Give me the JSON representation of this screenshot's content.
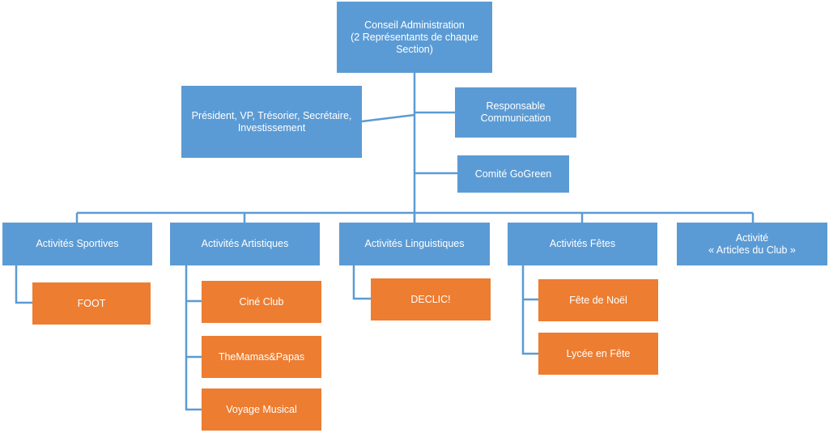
{
  "colors": {
    "blue": "#5b9bd5",
    "orange": "#ed7d31",
    "line": "#5b9bd5"
  },
  "top": {
    "conseil": "Conseil Administration\n(2 Représentants de chaque Section)",
    "bureau": "Président, VP, Trésorier, Secrétaire, Investissement",
    "communication": "Responsable Communication",
    "gogreen": "Comité GoGreen"
  },
  "sections": [
    {
      "label": "Activités Sportives",
      "children": [
        "FOOT"
      ]
    },
    {
      "label": "Activités Artistiques",
      "children": [
        "Ciné Club",
        "TheMamas&Papas",
        "Voyage Musical"
      ]
    },
    {
      "label": "Activités Linguistiques",
      "children": [
        "DECLIC!"
      ]
    },
    {
      "label": "Activités Fêtes",
      "children": [
        "Fête de Noël",
        "Lycée en Fête"
      ]
    },
    {
      "label": "Activité\n« Articles du Club »",
      "children": []
    }
  ]
}
